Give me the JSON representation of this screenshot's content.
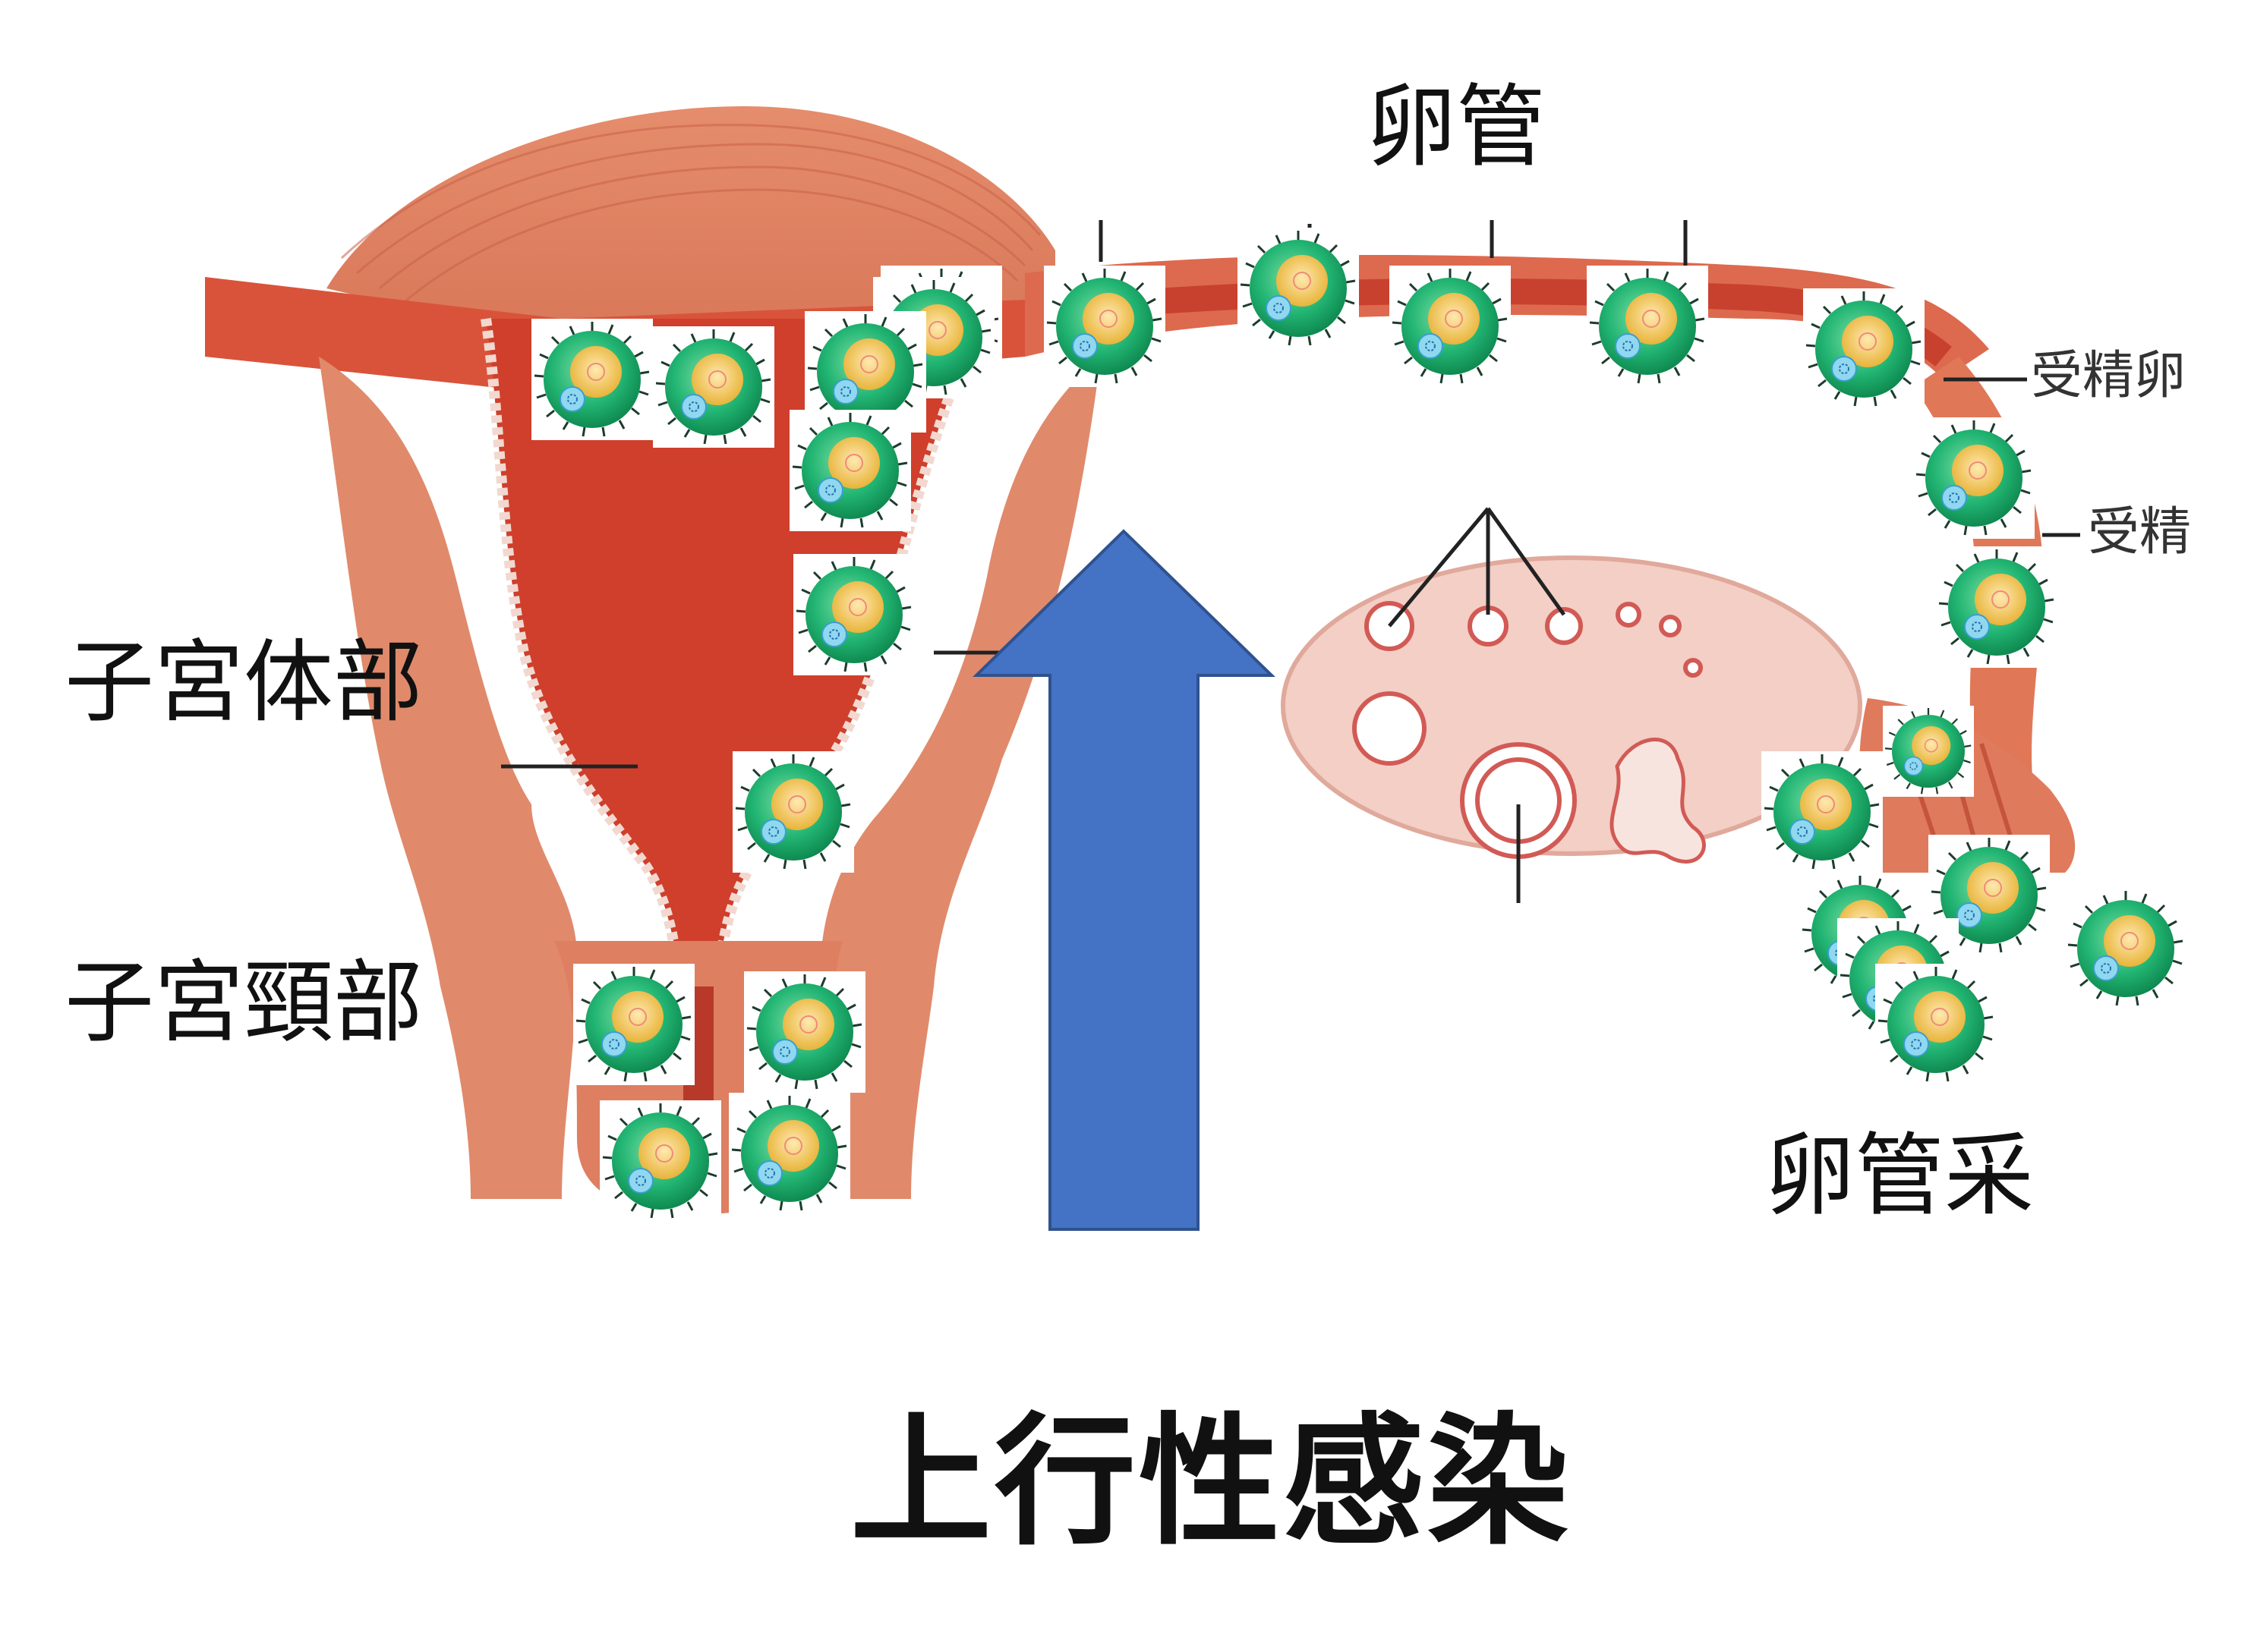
{
  "labels": {
    "oviduct": "卵管",
    "fertilized_egg": "受精卵",
    "fertilization": "受精",
    "uterine_body": "子宮体部",
    "cervix": "子宮頸部",
    "fimbriae": "卵管采"
  },
  "title": "上行性感染",
  "colors": {
    "arrow": "#4472c4",
    "bacteria": "#22b573",
    "uterus_muscle": "#e0866a",
    "uterus_lumen": "#d2452f",
    "ovary": "#f3cfc6"
  },
  "icons": {
    "bacterium": "bacterium-icon",
    "arrow": "up-arrow-icon"
  }
}
